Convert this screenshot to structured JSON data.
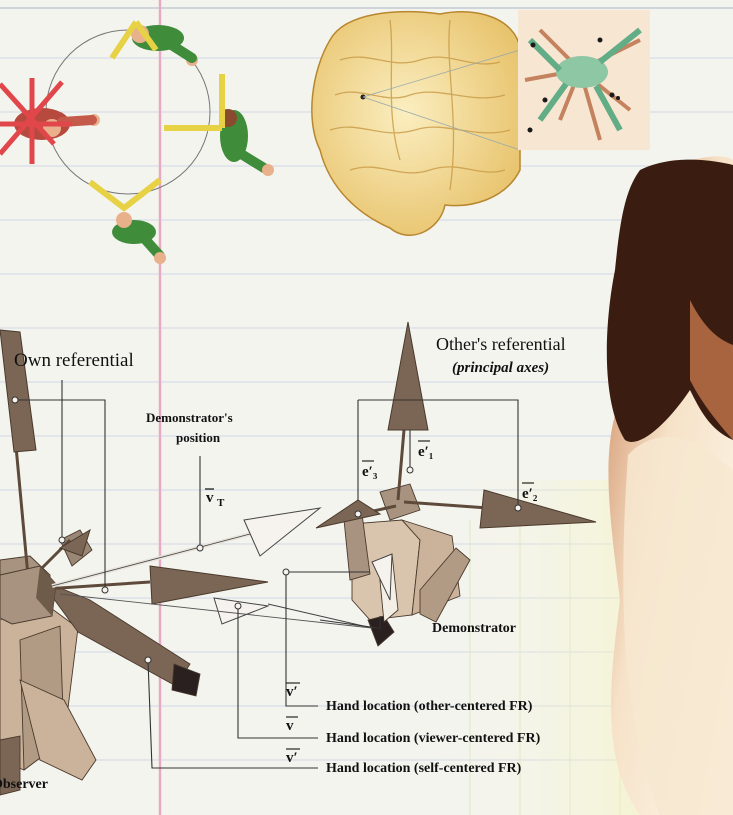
{
  "labels": {
    "own_referential": "Own referential",
    "others_referential": "Other's referential",
    "principal_axes": "(principal axes)",
    "demonstrators_position_line1": "Demonstrator's",
    "demonstrators_position_line2": "position",
    "v_t_symbol": "v",
    "v_t_subscript": "T",
    "e1": "e′₁",
    "e2": "e′₂",
    "e3": "e′₃",
    "demonstrator": "Demonstrator",
    "observer": "Observer",
    "legend": [
      {
        "symbol": "v′",
        "text": "Hand location (other-centered FR)"
      },
      {
        "symbol": "v",
        "text": "Hand location (viewer-centered FR)"
      },
      {
        "symbol": "v′",
        "text": "Hand location (self-centered FR)"
      }
    ]
  },
  "colors": {
    "paper": "#f4f4ef",
    "grid_line": "#cfd8e4",
    "margin_line": "#e7a9c4",
    "figure_body": "#cbb39b",
    "figure_dark": "#7b6655",
    "figure_green": "#3f8c3a",
    "skin": "#e9b08c",
    "arrow_yellow": "#e7d245",
    "arrow_red": "#e1464b",
    "brain": "#f0d58a",
    "neuron_bg": "#d8efdf",
    "hair": "#3a1c10"
  },
  "icons": [
    "rotating-figures-icon",
    "brain-icon",
    "neuron-icon",
    "woman-photo"
  ]
}
